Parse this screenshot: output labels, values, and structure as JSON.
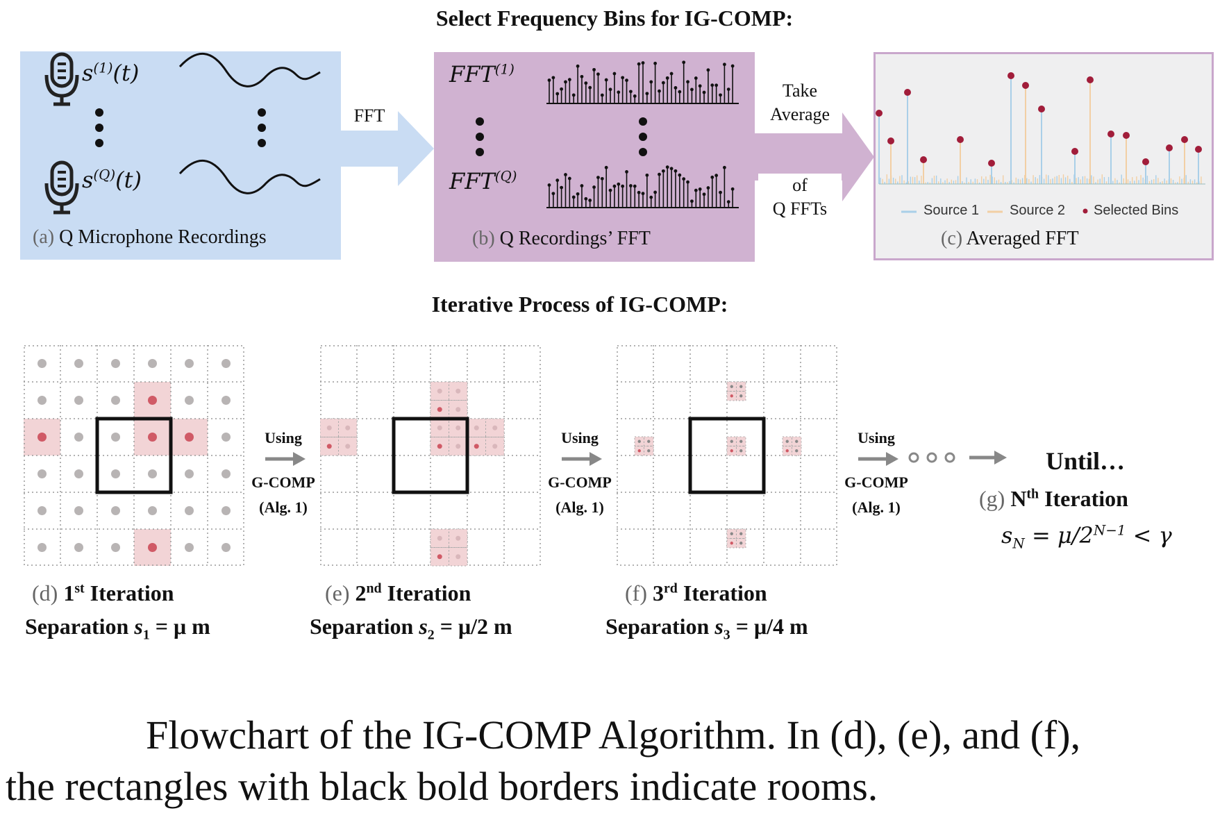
{
  "top": {
    "title": "Select Frequency Bins for IG-COMP:",
    "panel_a": {
      "signal_first": "s",
      "signal_first_sup": "(1)",
      "signal_first_arg": "(t)",
      "signal_last": "s",
      "signal_last_sup": "(Q)",
      "signal_last_arg": "(t)",
      "caption_tag": "(a)",
      "caption": "Q Microphone Recordings",
      "icon": "microphone-icon"
    },
    "arrow_fft": "FFT",
    "panel_b": {
      "fft_first": "FFT",
      "fft_first_sup": "(1)",
      "fft_last": "FFT",
      "fft_last_sup": "(Q)",
      "caption_tag": "(b)",
      "caption": "Q Recordings’ FFT"
    },
    "arrow_average": {
      "line1": "Take",
      "line2": "Average",
      "line3": "of",
      "line4": "Q FFTs"
    },
    "panel_c": {
      "legend": [
        "Source 1",
        "Source 2",
        "Selected Bins"
      ],
      "caption_tag": "(c)",
      "caption": "Averaged FFT"
    }
  },
  "bottom": {
    "title": "Iterative Process of IG-COMP:",
    "using": {
      "line1": "Using",
      "line2": "G-COMP",
      "line3": "(Alg. 1)"
    },
    "iterations": [
      {
        "tag": "(d)",
        "ord": "1",
        "ord_sup": "st",
        "label": "Iteration",
        "sep": "Separation",
        "sym": "s",
        "sub": "1",
        "expr": "= μ m"
      },
      {
        "tag": "(e)",
        "ord": "2",
        "ord_sup": "nd",
        "label": "Iteration",
        "sep": "Separation",
        "sym": "s",
        "sub": "2",
        "expr": "= μ/2 m"
      },
      {
        "tag": "(f)",
        "ord": "3",
        "ord_sup": "rd",
        "label": "Iteration",
        "sep": "Separation",
        "sym": "s",
        "sub": "3",
        "expr": "= μ/4 m"
      }
    ],
    "until": "Until…",
    "final": {
      "tag": "(g)",
      "ord": "N",
      "ord_sup": "th",
      "label": "Iteration",
      "sym": "s",
      "sub": "N",
      "expr1": "= μ/2",
      "exp": "N−1",
      "expr2": "< γ"
    }
  },
  "caption": {
    "line1": "Flowchart of the IG-COMP Algorithm.  In (d), (e), and (f),",
    "line2": "the rectangles with black bold borders indicate rooms."
  },
  "colors": {
    "panel_a": "#c9dcf3",
    "panel_b": "#d0b2d1",
    "source1": "#a9cfe8",
    "source2": "#f2cfa4",
    "selected": "#a11d3a",
    "highlight": "#f2d4d6"
  }
}
